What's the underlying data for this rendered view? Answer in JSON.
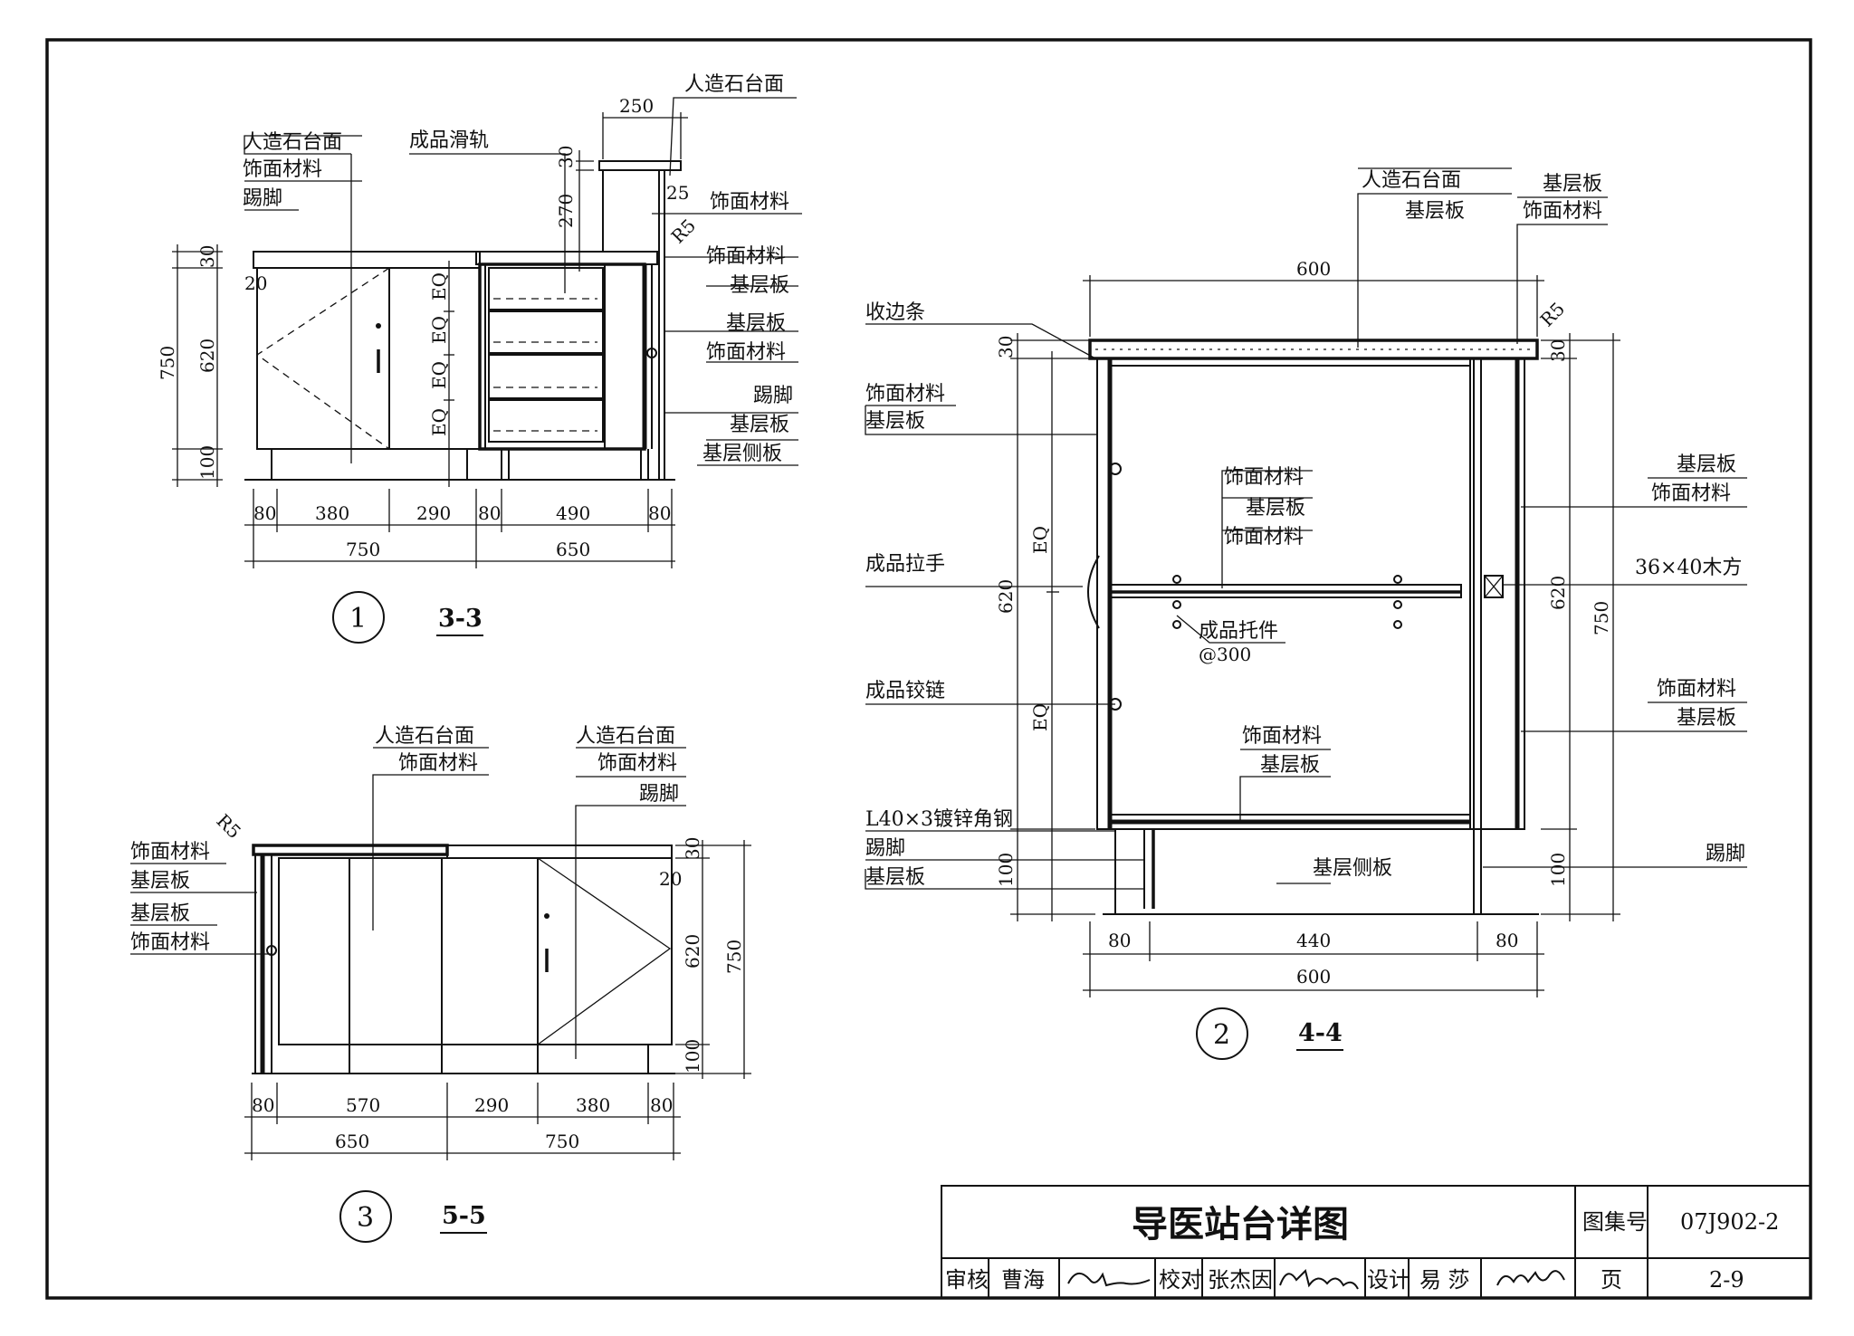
{
  "drawing": {
    "view1": {
      "number": "1",
      "section": "3-3",
      "labels": {
        "countertop": "人造石台面",
        "finish": "饰面材料",
        "kick": "踢脚",
        "slide": "成品滑轨",
        "top_countertop": "人造石台面",
        "finish_a": "饰面材料",
        "finish_b": "饰面材料",
        "base_a": "基层板",
        "base_b": "基层板",
        "finish_c": "饰面材料",
        "kick_b": "踢脚",
        "base_c": "基层板",
        "side_board": "基层侧板"
      },
      "dims": {
        "d250": "250",
        "d30_top": "30",
        "d270": "270",
        "d25": "25",
        "r5": "R5",
        "d30": "30",
        "d20": "20",
        "d750": "750",
        "d620": "620",
        "d100": "100",
        "eq1": "EQ",
        "eq2": "EQ",
        "eq3": "EQ",
        "eq4": "EQ",
        "b80a": "80",
        "b380": "380",
        "b290": "290",
        "b80b": "80",
        "b490": "490",
        "b80c": "80",
        "t750": "750",
        "t650": "650"
      }
    },
    "view2": {
      "number": "2",
      "section": "4-4",
      "labels": {
        "countertop": "人造石台面",
        "base_top": "基层板",
        "base_r1": "基层板",
        "finish_r1": "饰面材料",
        "edge_strip": "收边条",
        "finish_l1": "饰面材料",
        "base_l1": "基层板",
        "finish_m1": "饰面材料",
        "base_m1": "基层板",
        "finish_m2": "饰面材料",
        "base_r2": "基层板",
        "finish_r2": "饰面材料",
        "handle": "成品拉手",
        "wood_square": "36×40木方",
        "shelf_support": "成品托件",
        "spacing": "@300",
        "hinge": "成品铰链",
        "finish_m3": "饰面材料",
        "base_m3": "基层板",
        "finish_r3": "饰面材料",
        "base_r3": "基层板",
        "angle_steel": "L40×3镀锌角钢",
        "kick": "踢脚",
        "base_l2": "基层板",
        "side_board": "基层侧板",
        "kick_r": "踢脚"
      },
      "dims": {
        "top600": "600",
        "r5": "R5",
        "d30l": "30",
        "d30r": "30",
        "eq1": "EQ",
        "eq2": "EQ",
        "d620l": "620",
        "d620r": "620",
        "d750": "750",
        "d100l": "100",
        "d100r": "100",
        "b80a": "80",
        "b440": "440",
        "b80b": "80",
        "bot600": "600"
      }
    },
    "view3": {
      "number": "3",
      "section": "5-5",
      "labels": {
        "countertop1": "人造石台面",
        "finish1": "饰面材料",
        "countertop2": "人造石台面",
        "finish2": "饰面材料",
        "kick": "踢脚",
        "finish_l1": "饰面材料",
        "base_l1": "基层板",
        "base_l2": "基层板",
        "finish_l2": "饰面材料"
      },
      "dims": {
        "r5": "R5",
        "d30": "30",
        "d20": "20",
        "d620": "620",
        "d750": "750",
        "d100": "100",
        "b80a": "80",
        "b570": "570",
        "b290": "290",
        "b380": "380",
        "b80b": "80",
        "t650": "650",
        "t750": "750"
      }
    }
  },
  "title_block": {
    "title": "导医站台详图",
    "atlas_label": "图集号",
    "atlas_no": "07J902-2",
    "review_label": "审核",
    "reviewer": "曹海",
    "check_label": "校对",
    "checker": "张杰因",
    "design_label": "设计",
    "designer": "易 莎",
    "page_label": "页",
    "page_no": "2-9"
  }
}
